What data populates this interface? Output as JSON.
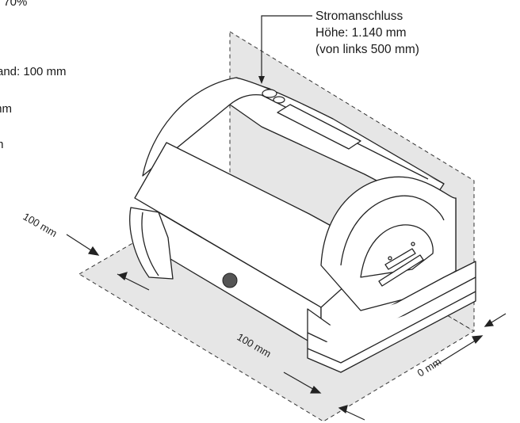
{
  "specs": [
    ": 70%",
    ":",
    "and: 100 mm",
    "mm",
    "m"
  ],
  "callout": {
    "line1": "Stromanschluss",
    "line2": "Höhe: 1.140 mm",
    "line3": "(von links 500 mm)"
  },
  "dimensions": {
    "left": "100 mm",
    "front": "100 mm",
    "right": "0 mm"
  },
  "colors": {
    "zone_fill": "#e6e6e6",
    "line": "#222222"
  }
}
